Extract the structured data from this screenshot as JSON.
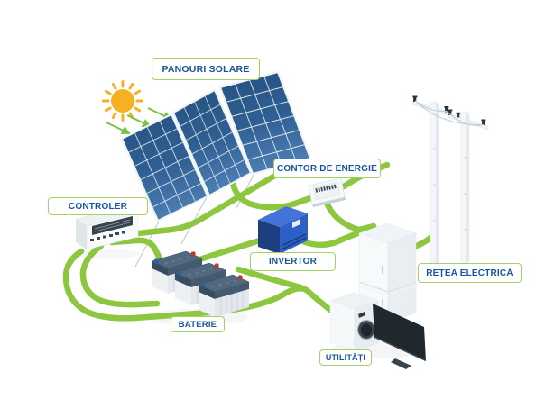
{
  "labels": {
    "solar_panels": "PANOURI SOLARE",
    "energy_meter": "CONTOR DE ENERGIE",
    "controller": "CONTROLER",
    "inverter": "INVERTOR",
    "battery": "BATERIE",
    "grid": "REȚEA ELECTRICĂ",
    "utilities": "UTILITĂȚI"
  },
  "icons": {
    "sun": "sun-icon",
    "sun_rays": "sun-ray-arrows",
    "solar_panel": "solar-panel-icon",
    "controller": "charge-controller-icon",
    "energy_meter": "energy-meter-icon",
    "inverter": "inverter-icon",
    "battery": "battery-icon",
    "refrigerator": "refrigerator-icon",
    "washing_machine": "washing-machine-icon",
    "tv": "tv-icon",
    "power_pole": "power-pole-icon",
    "wire": "green-wire-connector"
  },
  "colors": {
    "wire": "#8dc63f",
    "arrow": "#7cc143",
    "label_border": "#a3d165",
    "label_text": "#17549c",
    "sun": "#f4b223",
    "panel_dark": "#24517f",
    "panel_light": "#4a7cb0",
    "inverter_top": "#4374d9",
    "inverter_front": "#2c60c8",
    "inverter_side": "#1d3f80",
    "battery_top": "#51687e",
    "battery_body": "#eef1f4",
    "device_white": "#f7fafb",
    "tv_screen": "#20282e",
    "pole_white": "#f4f7f9",
    "metal_gray": "#c3ccd3"
  }
}
